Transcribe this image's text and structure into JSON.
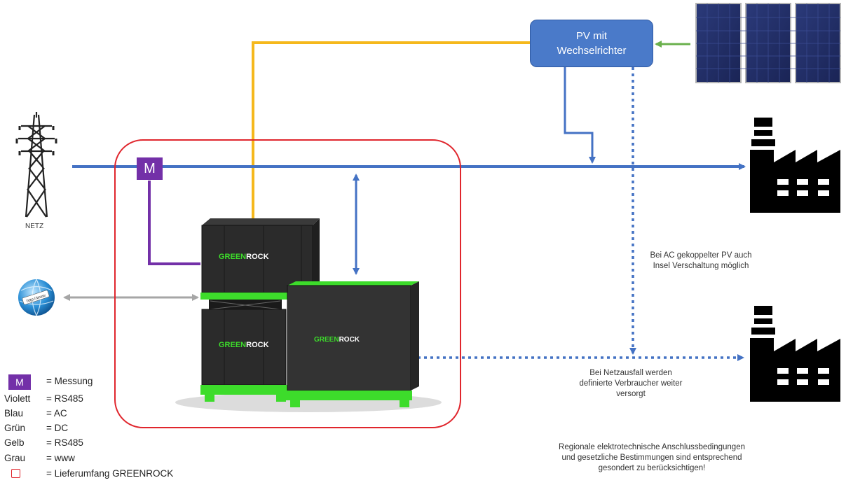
{
  "pv_box": {
    "line1": "PV mit",
    "line2": "Wechselrichter"
  },
  "measurement_box": "M",
  "grid_label": "NETZ",
  "globe_label": "http://www",
  "brand": {
    "name_part1": "GREEN",
    "name_part2": "ROCK"
  },
  "annotations": {
    "island_1": "Bei AC gekoppelter PV auch",
    "island_2": "Insel Verschaltung möglich",
    "outage_1": "Bei Netzausfall werden",
    "outage_2": "definierte Verbraucher weiter",
    "outage_3": "versorgt",
    "regulation_1": "Regionale elektrotechnische Anschlussbedingungen",
    "regulation_2": "und gesetzliche Bestimmungen sind entsprechend",
    "regulation_3": "gesondert zu berücksichtigen!"
  },
  "legend": {
    "messung_key": "M",
    "messung_value": "= Messung",
    "violett_key": "Violett",
    "violett_value": "= RS485",
    "blau_key": "Blau",
    "blau_value": "= AC",
    "gruen_key": "Grün",
    "gruen_value": "= DC",
    "gelb_key": "Gelb",
    "gelb_value": "= RS485",
    "grau_key": "Grau",
    "grau_value": "= www",
    "scope_value": "= Lieferumfang GREENROCK"
  },
  "colors": {
    "ac_blue": "#4472c4",
    "rs485_yellow": "#f5b81c",
    "rs485_violet": "#7330a8",
    "dc_green": "#6ab04c",
    "www_gray": "#a6a6a6",
    "scope_red": "#e0262d",
    "battery_green": "#3ddc2b",
    "battery_body": "#2a2a2a"
  }
}
